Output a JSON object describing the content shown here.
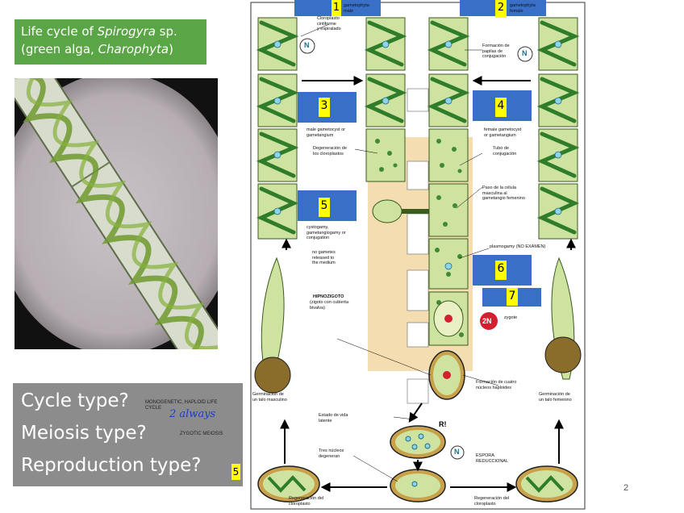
{
  "title": {
    "prefix": "Life cycle of ",
    "genus": "Spirogyra",
    "suffix": " sp.",
    "line2_prefix": "(green alga, ",
    "line2_taxon": "Charophyta",
    "line2_suffix": ")"
  },
  "questions": {
    "cycle": "Cycle type?",
    "meiosis": "Meiosis type?",
    "reproduction": "Reproduction type?"
  },
  "answers": {
    "cycle_typed_1": "MONOGENETIC, HAPLOID LIFE",
    "cycle_typed_2": "CYCLE",
    "cycle_handwritten": "2 always",
    "meiosis_typed": "ZYGOTIC MEIOSIS",
    "reproduction_marker": "5"
  },
  "markers": [
    "1",
    "2",
    "3",
    "4",
    "5",
    "6",
    "7"
  ],
  "diagram": {
    "label_male_top": "gametophyta\nmale",
    "label_female_top": "gametophyta\nfemale",
    "label_cloroplasto": "Cloroplasto\ncintiforme\ny espiralado",
    "label_papilas": "Formación de\npapilas de\nconjugación",
    "label_male_gametocyst": "male gametocyst or\ngametangium",
    "label_female_gametocyst": "female gametocyst\nor gametangium",
    "label_degeneracion": "Degeneración de\nlos cloroplastos",
    "label_tubo": "Tubo de\nconjugación",
    "label_paso": "Paso de la célula\nmasculina al\ngametangio femenino",
    "label_cystogamy": "cystogamy,\ngametangiogamy or\nconjugation",
    "label_no_gametes": "no gametes\nreleased to\nthe medium",
    "label_plasmogamy": "plasmogamy (NO EXAMEN)",
    "label_hipnozigoto_title": "HIPNOZIGOTO",
    "label_hipnozigoto_sub": "(zigoto con cubierta\nbivalva)",
    "label_zygote": "zygote",
    "label_formacion_nucleos": "Formación de cuatro\nnúcleos haploides",
    "label_estado": "Estado de vida\nlatente",
    "label_R": "R!",
    "label_tres": "Tres núcleos\ndegeneran",
    "label_espora": "ESPORA\nREDUCCIONAL",
    "label_germ_m": "Germinación de\nun talo masculino",
    "label_germ_f": "Germinación de\nun talo femenino",
    "label_regen_l": "Regeneración del\ncloroplasto",
    "label_regen_r": "Regeneración del\ncloroplasto",
    "ploidy_n": "N",
    "ploidy_2n": "2N"
  },
  "page_number": "2",
  "colors": {
    "title_green": "#5aa545",
    "question_gray": "#8c8c8c",
    "marker_blue": "#3a6fc8",
    "marker_yellow": "#ffff00",
    "cell_green": "#cfe3a0",
    "chloroplast_green": "#2f7d2a",
    "tan": "#f4ddb0",
    "zygote_red": "#d32030"
  }
}
